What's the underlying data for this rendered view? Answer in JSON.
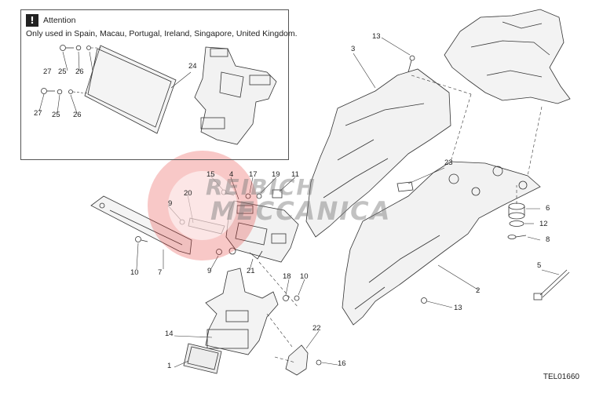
{
  "attention": {
    "icon": "warning-icon",
    "title": "Attention",
    "text": "Only used in Spain, Macau, Portugal, Ireland, Singapore, United Kingdom."
  },
  "callouts": {
    "c1": "1",
    "c2": "2",
    "c3": "3",
    "c4": "4",
    "c5": "5",
    "c6": "6",
    "c7": "7",
    "c8": "8",
    "c9a": "9",
    "c9b": "9",
    "c10a": "10",
    "c10b": "10",
    "c11": "11",
    "c12": "12",
    "c13a": "13",
    "c13b": "13",
    "c14": "14",
    "c15": "15",
    "c16": "16",
    "c17": "17",
    "c18": "18",
    "c19": "19",
    "c20": "20",
    "c21": "21",
    "c22": "22",
    "c23": "23",
    "c24": "24",
    "c25a": "25",
    "c25b": "25",
    "c26a": "26",
    "c26b": "26",
    "c27a": "27",
    "c27b": "27"
  },
  "figure_code": "TEL01660",
  "watermark": {
    "line1": "REIBICH",
    "line2": "MECCANICA",
    "accent_color": "#e53935"
  }
}
